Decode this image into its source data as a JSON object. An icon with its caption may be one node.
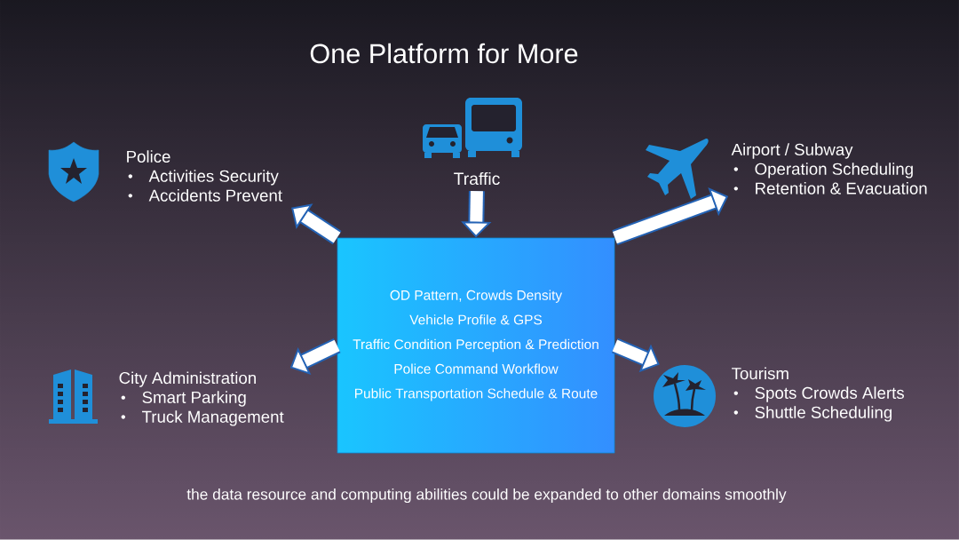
{
  "diagram": {
    "title": "One Platform for More",
    "nodes": [
      {
        "text": [
          "Traffic"
        ]
      },
      {
        "text": [
          "OD Pattern, Crowds Density",
          "Vehicle Profile & GPS",
          "Traffic Condition Perception & Prediction",
          "Police Command Workflow",
          "Public Transportation Schedule & Route"
        ]
      },
      {
        "text": [
          "Police",
          "Activities Security",
          "Accidents Prevent"
        ]
      },
      {
        "text": [
          "Airport / Subway",
          "Operation Scheduling",
          "Retention & Evacuation"
        ]
      },
      {
        "text": [
          "City Administration",
          "Smart Parking",
          "Truck Management"
        ]
      },
      {
        "text": [
          "Tourism",
          "Spots Crowds Alerts",
          "Shuttle Scheduling"
        ]
      }
    ],
    "edges": [
      {
        "from": 0,
        "to": 1,
        "arrow": "to"
      },
      {
        "from": 1,
        "to": 2,
        "arrow": "to"
      },
      {
        "from": 1,
        "to": 3,
        "arrow": "to"
      },
      {
        "from": 1,
        "to": 4,
        "arrow": "to"
      },
      {
        "from": 1,
        "to": 5,
        "arrow": "to"
      }
    ],
    "labels": [
      "the data resource and computing abilities could be expanded to other domains smoothly"
    ]
  }
}
